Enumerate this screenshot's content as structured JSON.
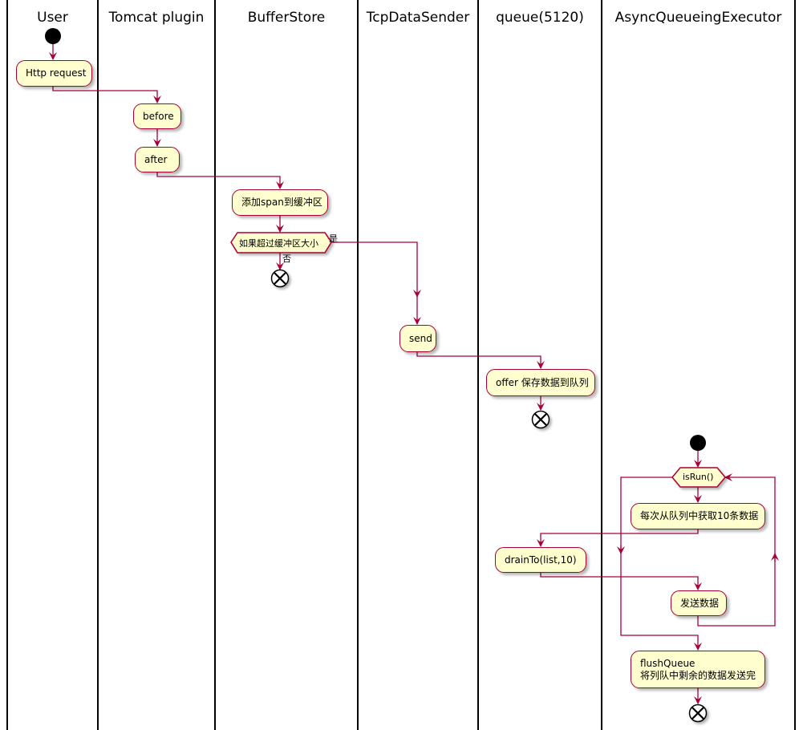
{
  "lanes": [
    "User",
    "Tomcat plugin",
    "BufferStore",
    "TcpDataSender",
    "queue(5120)",
    "AsyncQueueingExecutor"
  ],
  "activities": {
    "http_request": "Http request",
    "before": "before",
    "after": "after",
    "add_span": "添加span到缓冲区",
    "send": "send",
    "offer": "offer 保存数据到队列",
    "fetch_batch": "每次从队列中获取10条数据",
    "drain_to": "drainTo(list,10)",
    "send_data": "发送数据",
    "flush_title": "flushQueue",
    "flush_desc": "将列队中剩余的数据发送完"
  },
  "decisions": {
    "buffer_check": {
      "label": "如果超过缓冲区大小",
      "yes": "是",
      "no": "否"
    },
    "loop_check": {
      "label": "isRun()"
    }
  },
  "colors": {
    "activity_fill": "#FEFECE",
    "border": "#A80036",
    "arrow": "#A80036",
    "lane_divider": "#000000"
  }
}
